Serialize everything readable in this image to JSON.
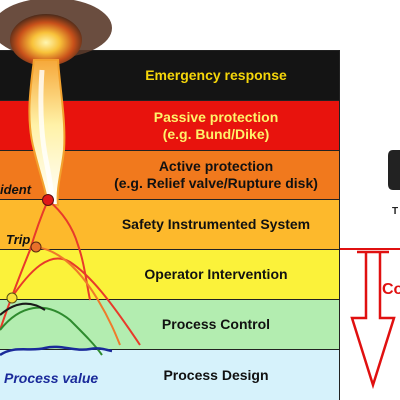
{
  "layers": [
    {
      "id": "emergency",
      "lines": [
        "Emergency response"
      ],
      "bg": "#141414",
      "color": "#f5d60a"
    },
    {
      "id": "passive",
      "lines": [
        "Passive protection",
        "(e.g. Bund/Dike)"
      ],
      "bg": "#e8130d",
      "color": "#fff36a"
    },
    {
      "id": "active",
      "lines": [
        "Active protection",
        "(e.g. Relief valve/Rupture disk)"
      ],
      "bg": "#f1791d",
      "color": "#111111"
    },
    {
      "id": "sis",
      "lines": [
        "Safety Instrumented System"
      ],
      "bg": "#fdb92c",
      "color": "#111111"
    },
    {
      "id": "operator",
      "lines": [
        "Operator Intervention"
      ],
      "bg": "#fbf23a",
      "color": "#111111"
    },
    {
      "id": "control",
      "lines": [
        "Process Control"
      ],
      "bg": "#b3edb0",
      "color": "#111111"
    },
    {
      "id": "design",
      "lines": [
        "Process Design"
      ],
      "bg": "#d6f2fb",
      "color": "#111111"
    }
  ],
  "labels": {
    "incident": "ident",
    "trip": "Trip",
    "process_value": "Process value"
  },
  "side": {
    "partial_word": "Co",
    "partial_text": "T"
  },
  "colors": {
    "arrow": "#e01010",
    "trend_red": "#e83a2a",
    "trend_green": "#2e8b2e",
    "trend_blue": "#1a2a9a",
    "incident_dot": "#e01818",
    "trip_dot": "#e8702a",
    "alarm_dot": "#f7e23a"
  }
}
